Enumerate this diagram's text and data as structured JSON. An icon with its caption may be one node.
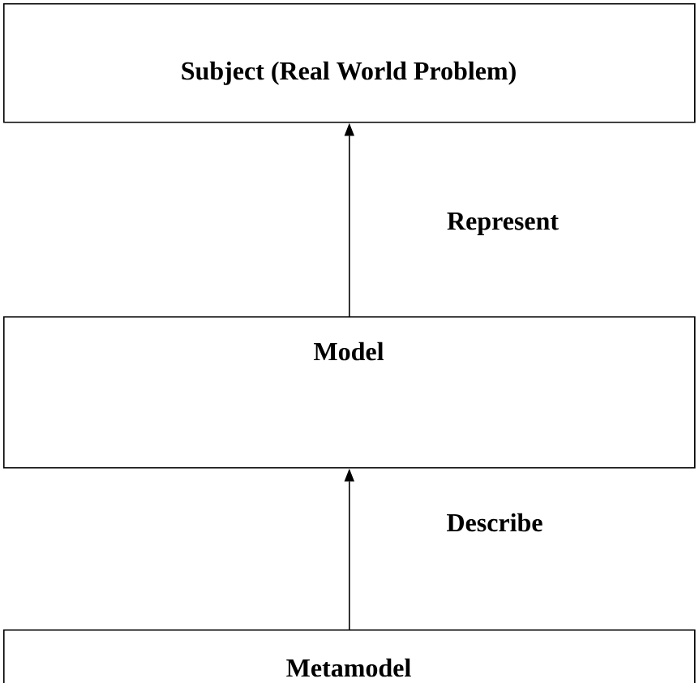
{
  "diagram": {
    "nodes": [
      {
        "text": [
          "Subject (Real World Problem)"
        ]
      },
      {
        "text": [
          "Model"
        ]
      },
      {
        "text": [
          "Metamodel"
        ]
      }
    ],
    "edges": [
      {
        "from": 1,
        "to": 0,
        "arrow": "to",
        "label": "Represent"
      },
      {
        "from": 2,
        "to": 1,
        "arrow": "to",
        "label": "Describe"
      }
    ]
  }
}
